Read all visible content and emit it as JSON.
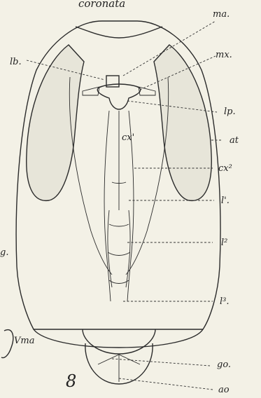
{
  "figure": {
    "top_caption": "coronata",
    "plate_number": "8",
    "side_label_left": "g.",
    "labels": {
      "ma": "ma.",
      "lb": "lb.",
      "mx": "mx.",
      "lp": "lp.",
      "cx1_inner": "cx'",
      "at": "at",
      "cx2": "cx²",
      "l1": "l'.",
      "l2": "l²",
      "l3": "l³.",
      "vma": "Vma",
      "go": "go.",
      "ao": "ao"
    }
  }
}
